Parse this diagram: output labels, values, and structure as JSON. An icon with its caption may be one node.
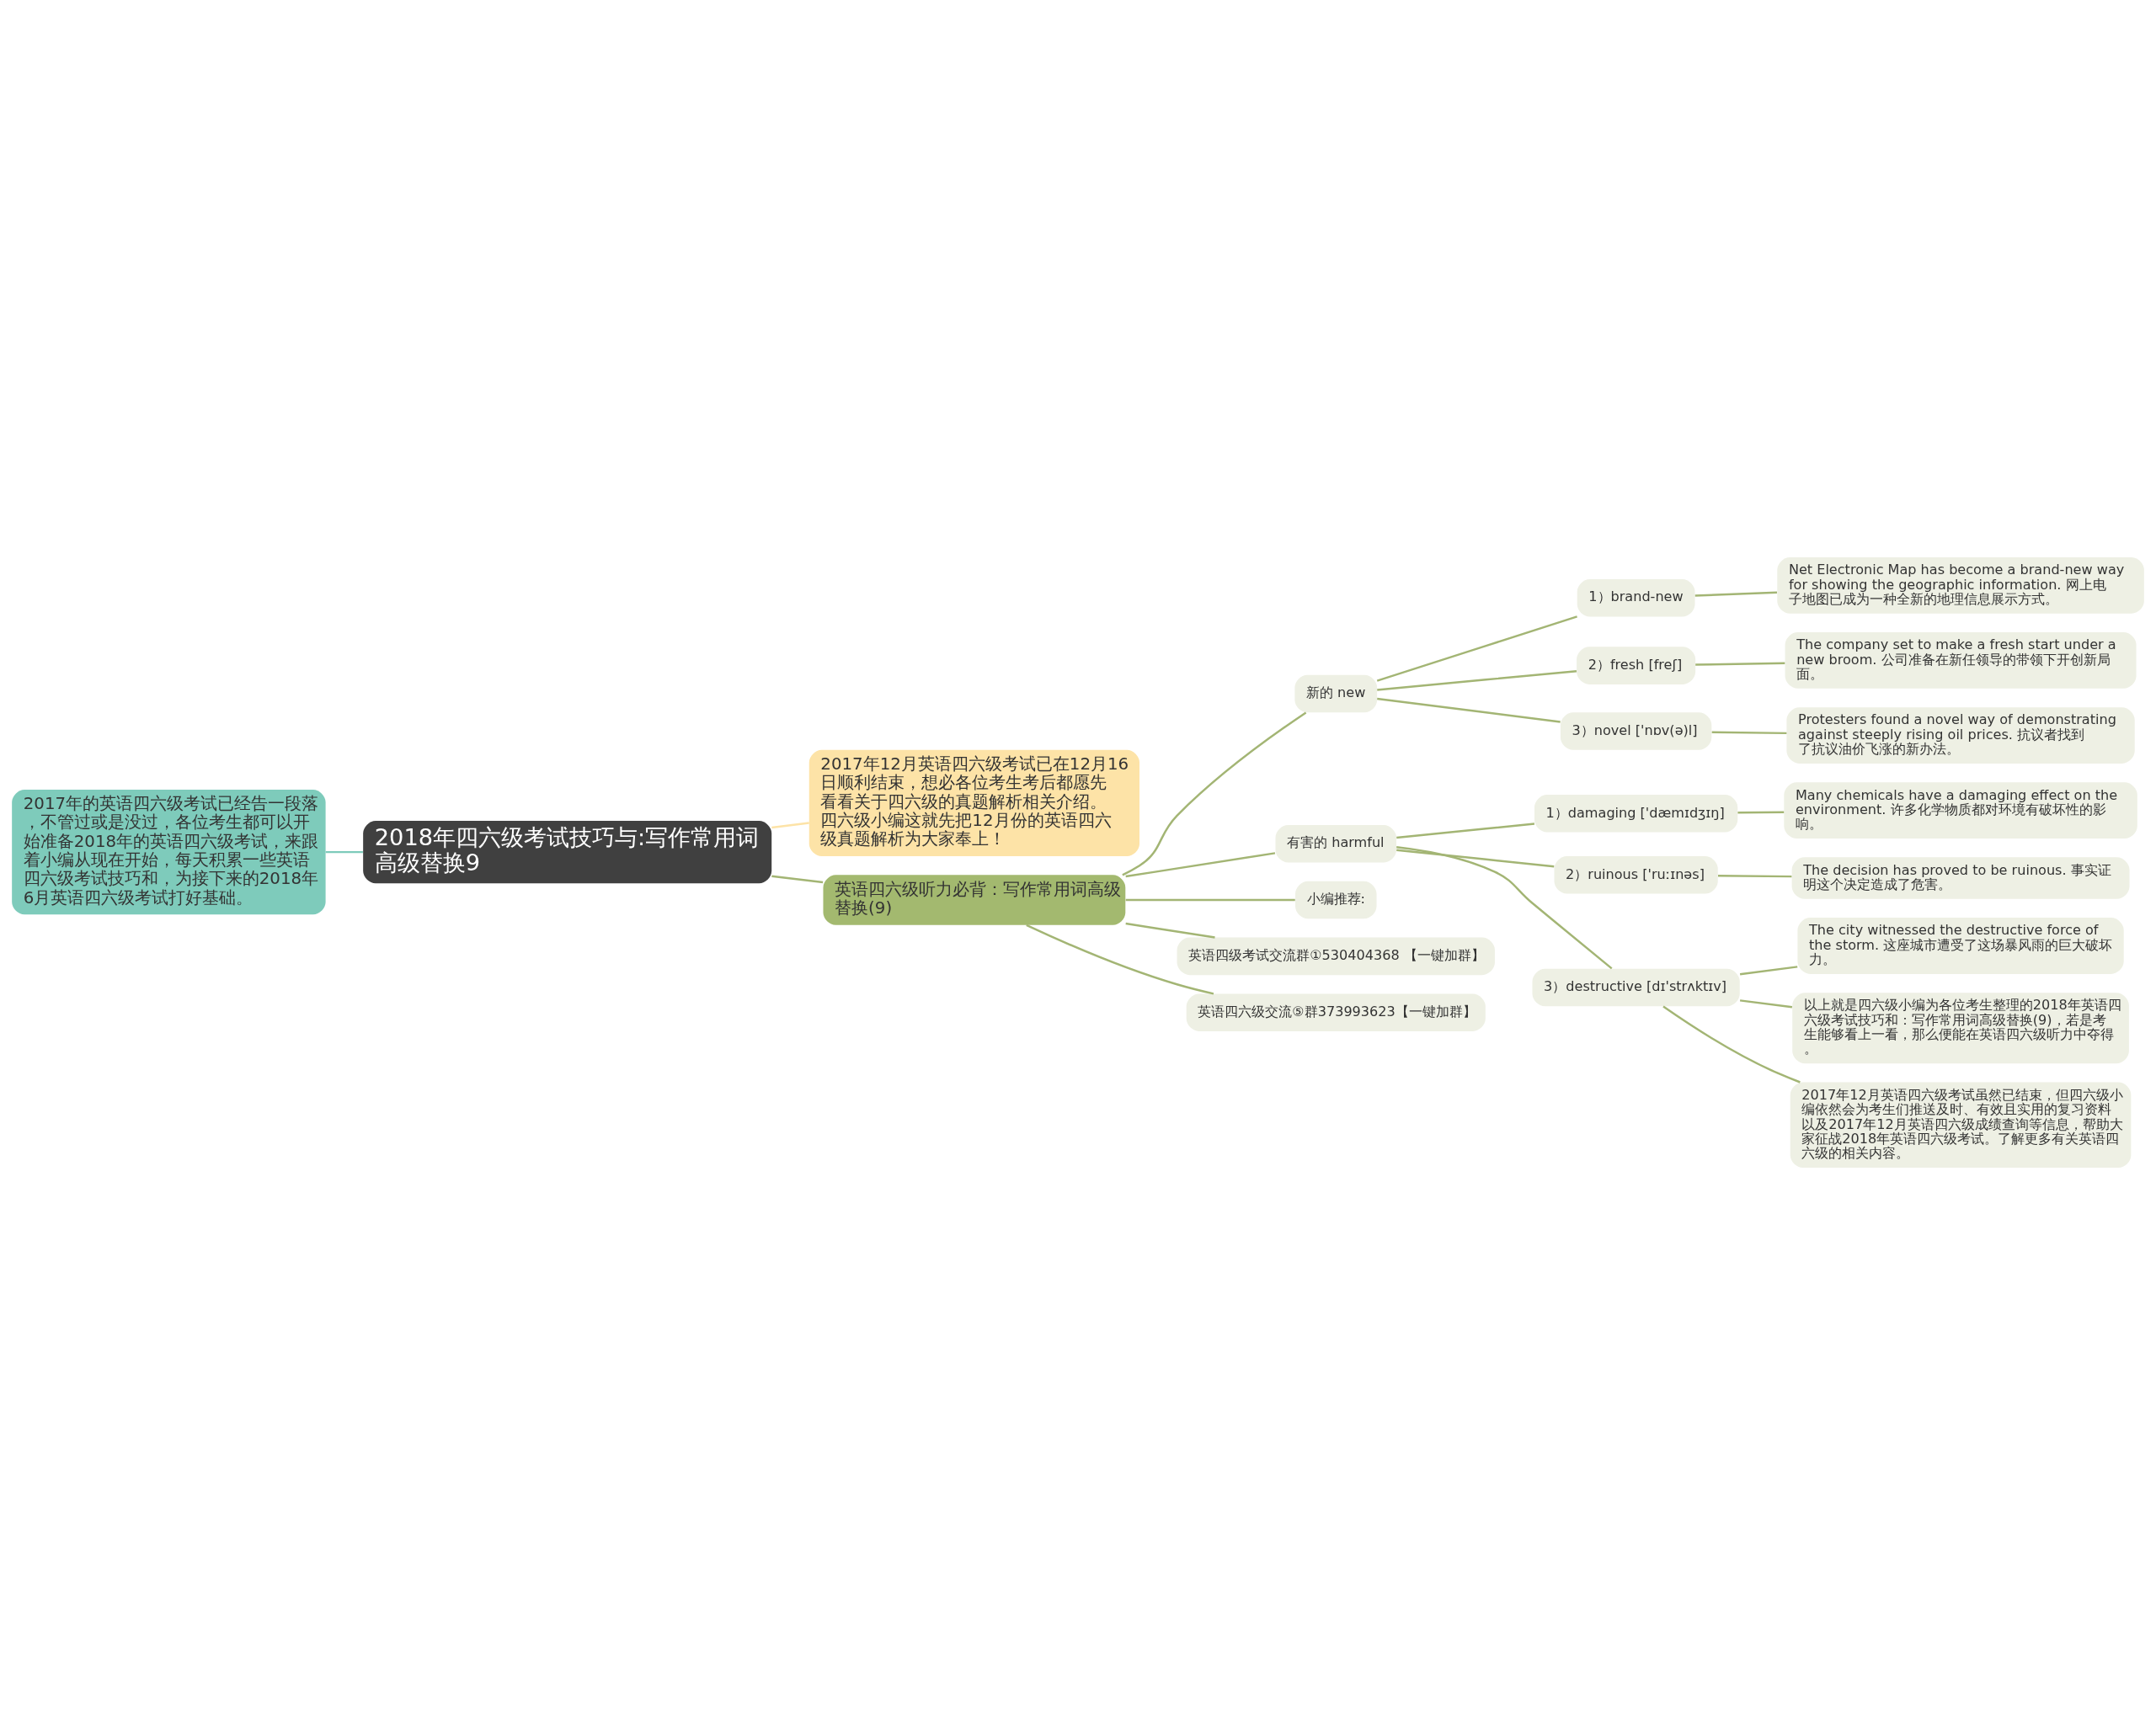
{
  "diagram": {
    "nodes": [
      {
        "text": [
          "2018年四六级考试技巧与:写作常用词高级替换9"
        ]
      },
      {
        "text": [
          "2017年的英语四六级考试已经告一段落，不管过或是没过，各位考生都可以开始准备2018年的英语四六级考试，来跟着小编从现在开始，每天积累一些英语四六级考试技巧和，为接下来的2018年6月英语四六级考试打好基础。"
        ]
      },
      {
        "text": [
          "2017年12月英语四六级考试已在12月16日顺利结束，想必各位考生考后都愿先看看关于四六级的真题解析相关介绍。四六级小编这就先把12月份的英语四六级真题解析为大家奉上！"
        ]
      },
      {
        "text": [
          "英语四六级听力必背：写作常用词高级替换(9)"
        ]
      },
      {
        "text": [
          "新的 new"
        ]
      },
      {
        "text": [
          "1）brand-new"
        ]
      },
      {
        "text": [
          "Net Electronic Map has become a brand-new way for showing the geographic information. 网上电子地图已成为一种全新的地理信息展示方式。"
        ]
      },
      {
        "text": [
          "2）fresh [freʃ]"
        ]
      },
      {
        "text": [
          "The company set to make a fresh start under a new broom. 公司准备在新任领导的带领下开创新局面。"
        ]
      },
      {
        "text": [
          "3）novel ['nɒv(ə)l]"
        ]
      },
      {
        "text": [
          "Protesters found a novel way of demonstrating against steeply rising oil prices. 抗议者找到了抗议油价飞涨的新办法。"
        ]
      },
      {
        "text": [
          "有害的 harmful"
        ]
      },
      {
        "text": [
          "1）damaging ['dæmɪdʒɪŋ]"
        ]
      },
      {
        "text": [
          "Many chemicals have a damaging effect on the environment. 许多化学物质都对环境有破坏性的影响。"
        ]
      },
      {
        "text": [
          "2）ruinous ['ruːɪnəs]"
        ]
      },
      {
        "text": [
          "The decision has proved to be ruinous. 事实证明这个决定造成了危害。"
        ]
      },
      {
        "text": [
          "3）destructive [dɪ'strʌktɪv]"
        ]
      },
      {
        "text": [
          "The city witnessed the destructive force of the storm. 这座城市遭受了这场暴风雨的巨大破坏力。"
        ]
      },
      {
        "text": [
          "以上就是四六级小编为各位考生整理的2018年英语四六级考试技巧和：写作常用词高级替换(9)，若是考生能够看上一看，那么便能在英语四六级听力中夺得。"
        ]
      },
      {
        "text": [
          "2017年12月英语四六级考试虽然已结束，但四六级小编依然会为考生们推送及时、有效且实用的复习资料以及2017年12月英语四六级成绩查询等信息，帮助大家征战2018年英语四六级考试。了解更多有关英语四六级的相关内容。"
        ]
      },
      {
        "text": [
          "小编推荐:"
        ]
      },
      {
        "text": [
          "英语四级考试交流群①530404368 【一键加群】"
        ]
      },
      {
        "text": [
          "英语四六级交流⑤群373993623【一键加群】"
        ]
      }
    ],
    "edges": [
      {
        "from": 0,
        "to": 1,
        "arrow": "none",
        "color": "#7ecbbb"
      },
      {
        "from": 0,
        "to": 2,
        "arrow": "none",
        "color": "#fde3a7"
      },
      {
        "from": 0,
        "to": 3,
        "arrow": "none"
      },
      {
        "from": 3,
        "to": 4,
        "arrow": "none"
      },
      {
        "from": 4,
        "to": 5,
        "arrow": "none"
      },
      {
        "from": 5,
        "to": 6,
        "arrow": "none"
      },
      {
        "from": 4,
        "to": 7,
        "arrow": "none"
      },
      {
        "from": 7,
        "to": 8,
        "arrow": "none"
      },
      {
        "from": 4,
        "to": 9,
        "arrow": "none"
      },
      {
        "from": 9,
        "to": 10,
        "arrow": "none"
      },
      {
        "from": 3,
        "to": 11,
        "arrow": "none"
      },
      {
        "from": 11,
        "to": 12,
        "arrow": "none"
      },
      {
        "from": 12,
        "to": 13,
        "arrow": "none"
      },
      {
        "from": 11,
        "to": 14,
        "arrow": "none"
      },
      {
        "from": 14,
        "to": 15,
        "arrow": "none"
      },
      {
        "from": 11,
        "to": 16,
        "arrow": "none"
      },
      {
        "from": 16,
        "to": 17,
        "arrow": "none"
      },
      {
        "from": 16,
        "to": 18,
        "arrow": "none"
      },
      {
        "from": 16,
        "to": 19,
        "arrow": "none"
      },
      {
        "from": 3,
        "to": 20,
        "arrow": "none"
      },
      {
        "from": 3,
        "to": 21,
        "arrow": "none"
      },
      {
        "from": 3,
        "to": 22,
        "arrow": "none"
      }
    ]
  }
}
